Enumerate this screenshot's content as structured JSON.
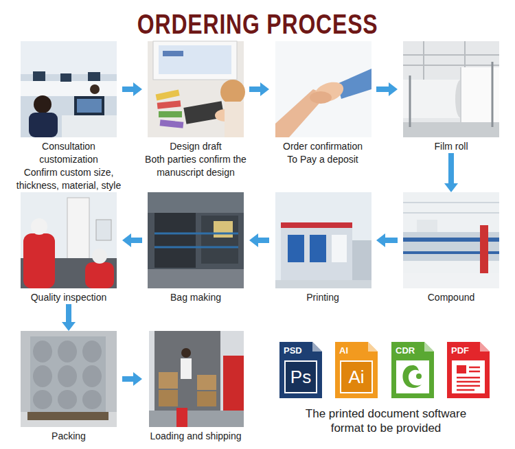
{
  "diagram": {
    "title": "ORDERING PROCESS",
    "nodes": [
      {
        "text": [
          "Consultation customization",
          "Confirm custom size, thickness, material, style"
        ]
      },
      {
        "text": [
          "Design draft",
          "Both parties confirm the manuscript design"
        ]
      },
      {
        "text": [
          "Order confirmation",
          "To Pay a deposit"
        ]
      },
      {
        "text": [
          "Film roll"
        ]
      },
      {
        "text": [
          "Compound"
        ]
      },
      {
        "text": [
          "Printing"
        ]
      },
      {
        "text": [
          "Bag making"
        ]
      },
      {
        "text": [
          "Quality inspection"
        ]
      },
      {
        "text": [
          "Packing"
        ]
      },
      {
        "text": [
          "Loading and shipping"
        ]
      },
      {
        "text": [
          "PSD",
          "Ps"
        ]
      },
      {
        "text": [
          "AI",
          "Ai"
        ]
      },
      {
        "text": [
          "CDR"
        ]
      },
      {
        "text": [
          "PDF"
        ]
      }
    ],
    "edges": [
      {
        "from": 0,
        "to": 1,
        "arrow": "to"
      },
      {
        "from": 1,
        "to": 2,
        "arrow": "to"
      },
      {
        "from": 2,
        "to": 3,
        "arrow": "to"
      },
      {
        "from": 3,
        "to": 4,
        "arrow": "to"
      },
      {
        "from": 4,
        "to": 5,
        "arrow": "to"
      },
      {
        "from": 5,
        "to": 6,
        "arrow": "to"
      },
      {
        "from": 6,
        "to": 7,
        "arrow": "to"
      },
      {
        "from": 7,
        "to": 8,
        "arrow": "to"
      },
      {
        "from": 8,
        "to": 9,
        "arrow": "to"
      }
    ],
    "labels": [
      "The printed document software format to be provided"
    ]
  }
}
